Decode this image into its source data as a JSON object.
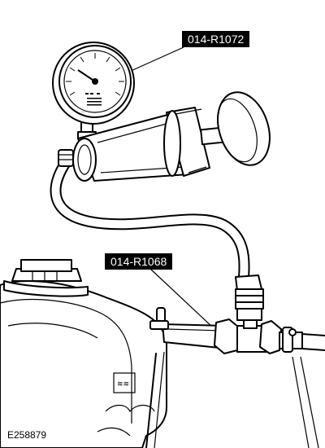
{
  "callouts": {
    "tester": "014-R1072",
    "adapter": "014-R1068"
  },
  "figure_id": "E258879",
  "gauge": {
    "scale_tiny_text": "—"
  },
  "reservoir_mark": "≋≋"
}
